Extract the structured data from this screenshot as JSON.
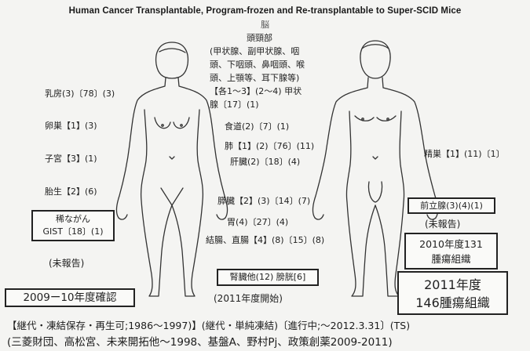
{
  "title": "Human Cancer Transplantable, Program-frozen and Re-transplantable  to Super-SCID Mice",
  "brain": "脳",
  "head_neck": [
    "頭頸部",
    "(甲状腺、副甲状腺、咽",
    "頭、下咽頭、鼻咽頭、喉",
    "頭、上顎等、耳下腺等)",
    "【各1〜3】(2〜4) 甲状",
    "腺〔17〕(1)"
  ],
  "organs": {
    "breast": "乳房(3)〔78〕(3)",
    "ovary": "卵巣【1】(3)",
    "uterus": "子宮【3】(1)",
    "placenta": "胎生【2】(6)",
    "esophagus": "食道(2)〔7〕(1)",
    "lung": "肺【1】(2)〔76〕(11)",
    "liver": "肝臓(2)〔18〕(4)",
    "pancreas": "膵臓【2】(3)〔14〕(7)",
    "stomach": "胃(4)〔27〕(4)",
    "colon": "結腸、直腸【4】(8)〔15〕(8)",
    "testis": "精巣【1】(11)〔1〕"
  },
  "boxes": {
    "rare_line1": "稀ながん",
    "rare_line2": "GIST〔18〕(1)",
    "unreported_left": "(未報告)",
    "prostate": "前立腺(3)(4)(1)",
    "unreported_right": "(未報告)",
    "y2010_line1": "2010年度131",
    "y2010_line2": "腫瘍組織",
    "y2011_line1": "2011年度",
    "y2011_line2": "146腫瘍組織",
    "confirmed": "2009ー10年度確認",
    "kidney": "腎臓他(12)  膀胱[6]",
    "started": "(2011年度開始)"
  },
  "footer": {
    "line1": "【継代・凍結保存・再生可;1986〜1997)】(継代・単純凍結)〔進行中;〜2012.3.31〕(TS)",
    "line2": "(三菱財団、高松宮、未来開拓他〜1998、基盤A、野村Pj、政策創薬2009-2011)"
  }
}
